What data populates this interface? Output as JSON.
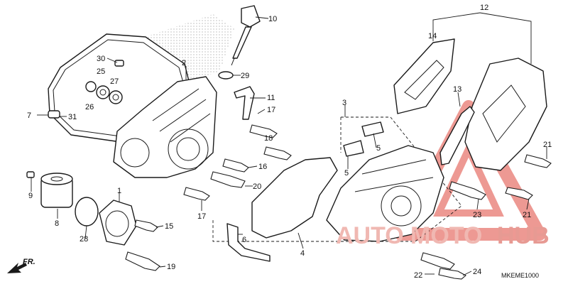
{
  "diagram": {
    "code": "MKEME1000",
    "front_label": "FR.",
    "watermark": {
      "part1": "AUTO",
      "part2": "MOTO",
      "part3": "HUB",
      "color_a": "#f2b8b3",
      "color_b": "#e79a93"
    },
    "callouts": [
      "1",
      "2",
      "3",
      "4",
      "5",
      "5",
      "6",
      "7",
      "8",
      "9",
      "10",
      "11",
      "12",
      "13",
      "14",
      "15",
      "16",
      "17",
      "17",
      "18",
      "19",
      "20",
      "21",
      "21",
      "22",
      "23",
      "24",
      "25",
      "26",
      "27",
      "28",
      "29",
      "30",
      "31"
    ]
  }
}
